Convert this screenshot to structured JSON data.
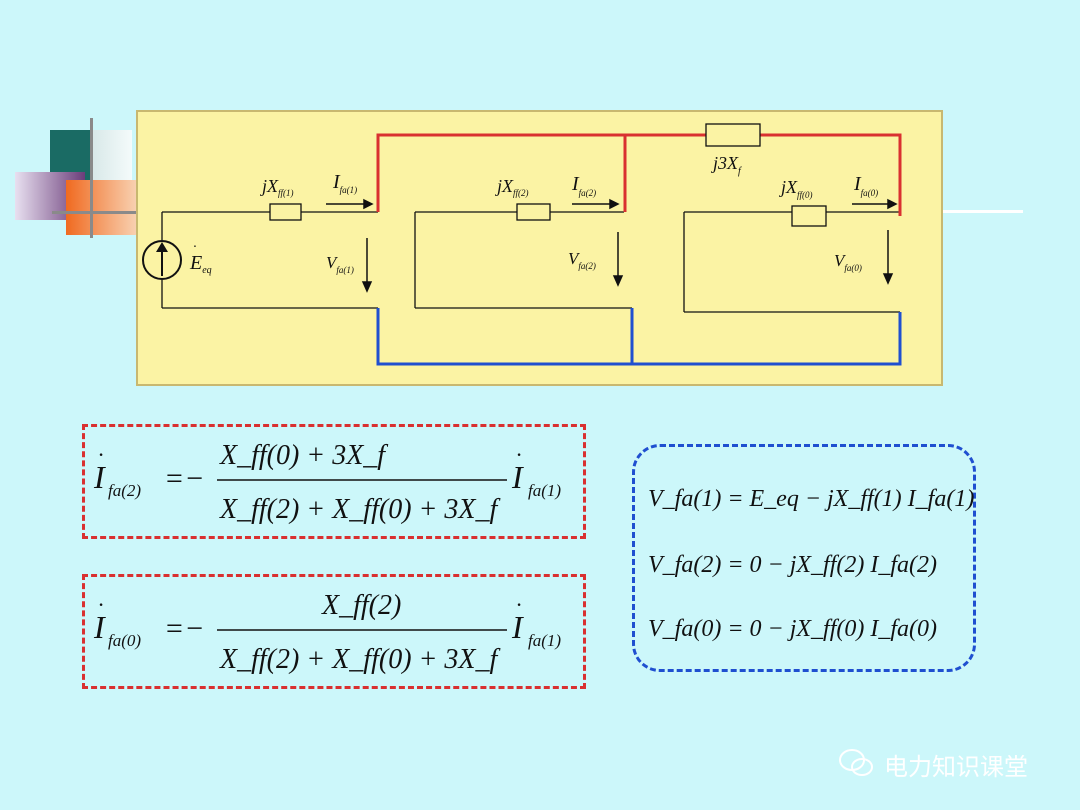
{
  "circuit": {
    "source_label": "E",
    "source_sub": "eq",
    "stages": [
      {
        "reactance": "jX",
        "reactance_sub": "ff(1)",
        "current": "I",
        "current_sub": "fa(1)",
        "voltage": "V",
        "voltage_sub": "fa(1)"
      },
      {
        "reactance": "jX",
        "reactance_sub": "ff(2)",
        "current": "I",
        "current_sub": "fa(2)",
        "voltage": "V",
        "voltage_sub": "fa(2)"
      },
      {
        "reactance": "jX",
        "reactance_sub": "ff(0)",
        "current": "I",
        "current_sub": "fa(0)",
        "voltage": "V",
        "voltage_sub": "fa(0)"
      }
    ],
    "fault_impedance": "j3X",
    "fault_impedance_sub": "f",
    "colors": {
      "top_wire": "#d93030",
      "bottom_wire": "#1f4fd0",
      "panel": "#fbf3a4"
    }
  },
  "equations": {
    "eq1": {
      "lhs": "I",
      "lhs_sub": "fa(2)",
      "num": "X_ff(0) + 3X_f",
      "den": "X_ff(2) + X_ff(0) + 3X_f",
      "rhs": "I",
      "rhs_sub": "fa(1)"
    },
    "eq2": {
      "lhs": "I",
      "lhs_sub": "fa(0)",
      "num": "X_ff(2)",
      "den": "X_ff(2) + X_ff(0) + 3X_f",
      "rhs": "I",
      "rhs_sub": "fa(1)"
    },
    "voltages": [
      "V_fa(1) = E_eq − jX_ff(1) I_fa(1)",
      "V_fa(2) = 0 − jX_ff(2) I_fa(2)",
      "V_fa(0) = 0 − jX_ff(0) I_fa(0)"
    ],
    "box_colors": {
      "current_boxes": "#d93030",
      "voltage_box": "#1f4fd0"
    }
  },
  "watermark": {
    "text": "电力知识课堂",
    "icon": "wechat-icon"
  }
}
